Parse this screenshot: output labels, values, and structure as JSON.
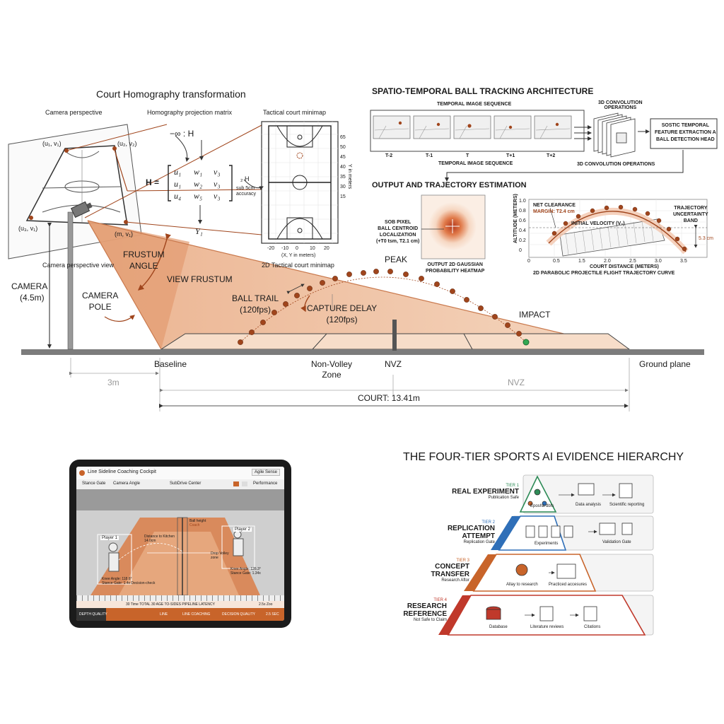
{
  "homography": {
    "title": "Court Homography transformation",
    "camera_perspective": "Camera perspective",
    "matrix_label": "Homography projection matrix",
    "minimap_label": "Tactical court minimap",
    "camera_view_caption": "Camera perspective view",
    "minimap_caption": "2D Tactical court minimap",
    "pt_u1v1": "(u₁, v₁)",
    "pt_u2v2": "(u₂, v₂)",
    "pt_u3v1": "(u₃, v₁)",
    "pt_mv": "(m, v₁)",
    "inv_h": "−∞ : H",
    "h_eq": "H =",
    "m11": "u₁",
    "m12": "w₁",
    "m13": "v₃",
    "m21": "u₁",
    "m22": "w₂",
    "m23": "v₃",
    "m31": "u₄",
    "m32": "w₅",
    "m33": "v₃",
    "sub_h": "₂ H",
    "sub_note1": "sub 5cm",
    "sub_note2": "accuracy",
    "y1": "Y₁",
    "minimap_y_ticks": [
      "65",
      "50",
      "45",
      "40",
      "35",
      "30",
      "15"
    ],
    "minimap_x_ticks": [
      "-20",
      "-10",
      "0",
      "10",
      "20"
    ],
    "minimap_y_axis": "Y in meters",
    "minimap_x_axis": "(X, Y in meters)"
  },
  "spatio": {
    "title": "SPATIO-TEMPORAL BALL TRACKING ARCHITECTURE",
    "seq_top": "TEMPORAL IMAGE SEQUENCE",
    "seq_bottom": "TEMPORAL IMAGE SEQUENCE",
    "frames": [
      "T-2",
      "T-1",
      "T",
      "T+1",
      "T+2"
    ],
    "conv_top1": "3D CONVOLUTION",
    "conv_top2": "OPERATIONS",
    "conv_bottom": "3D CONVOLUTION OPERATIONS",
    "head1": "SOSTIC TEMPORAL",
    "head2": "FEATURE EXTRACTION A",
    "head3": "BALL DETECTION HEAD"
  },
  "output": {
    "title": "OUTPUT AND TRAJECTORY ESTIMATION",
    "subpixel1": "SOB PIXEL",
    "subpixel2": "BALL CENTROID",
    "subpixel3": "LOCALIZATION",
    "subpixel4": "(+T0 tsm, T2.1 cm)",
    "heatmap1": "OUTPUT 2D GAUSSIAN",
    "heatmap2": "PROBABILITY HEATMAP",
    "net_clear1": "NET CLEARANCE",
    "net_clear2": "MARGIN: T2.4 cm",
    "init_vel": "INITIAL VELOCITY (V₀)",
    "uncert1": "TRAJECTORY",
    "uncert2": "UNCERTAINTY",
    "uncert3": "BAND",
    "uncert_val": "5.3 cm",
    "y_axis": "ALTITUDE (METERS)",
    "y_ticks": [
      "1.0",
      "0.8",
      "0.6",
      "0.4",
      "0.2",
      "0"
    ],
    "x_ticks": [
      "0",
      "0.5",
      "1.5",
      "2.0",
      "2.5",
      "3.0",
      "3.5"
    ],
    "x_axis": "COURT DISTANCE (METERS)",
    "caption": "2D PARABOLIC PROJECTILE FLIGHT TRAJECTORY CURVE"
  },
  "court": {
    "camera": "CAMERA",
    "camera_h": "(4.5m)",
    "camera_pole1": "CAMERA",
    "camera_pole2": "POLE",
    "frustum1": "FRUSTUM",
    "frustum2": "ANGLE",
    "view_frustum": "VIEW FRUSTUM",
    "ball_trail1": "BALL TRAIL",
    "ball_trail2": "(120fps)",
    "capture1": "CAPTURE DELAY",
    "capture2": "(120fps)",
    "peak": "PEAK",
    "impact": "IMPACT",
    "baseline": "Baseline",
    "nvz_zone1": "Non-Volley",
    "nvz_zone2": "Zone",
    "nvz": "NVZ",
    "ground": "Ground plane",
    "dist_3m": "3m",
    "dist_nvz": "NVZ",
    "dist_court": "COURT: 13.41m"
  },
  "tablet": {
    "app_title": "Line Sideline Coaching Cockpit",
    "app_btn": "Agile Sense",
    "tab1": "Stance Gate",
    "tab2": "Camera Angle",
    "tab3": "SubDrive Center",
    "tab4": "Performance",
    "player1": "Player 1",
    "player2": "Player 2",
    "note_center1": "Ball height",
    "note_center2": "Coach",
    "note_left1": "Distance to Kitchen",
    "note_left2": "14.0cm",
    "note_mid1": "Drop Volley",
    "note_mid2": "zone",
    "note_right1": "Knee Angle: 126.3°",
    "note_right2": "Stance Gate: 1.34x",
    "note_bl1": "Knee Angle: 118.6°",
    "note_bl2": "Stance Gate: 1.4x  Decision-check",
    "timeline": "30 Time TOTAL 30 AGE TO-SIDES PIPELINE LATENCY",
    "latency_val": "2.5s Zoo",
    "stat1": "DEPTH QUALITY",
    "stat2": "LINE",
    "stat3": "LINE COACHING",
    "stat4": "DECISION QUALITY",
    "stat5": "2.5 SEC"
  },
  "hierarchy": {
    "title": "THE FOUR-TIER SPORTS AI EVIDENCE HIERARCHY",
    "tiers": [
      {
        "tag": "TIER 1",
        "name1": "REAL EXPERIMENT",
        "name2": "",
        "gate": "Publication Safe",
        "items": [
          "Eposha dbfs",
          "Data analysis",
          "Scientific reporting"
        ],
        "color": "#2e8b57"
      },
      {
        "tag": "TIER 2",
        "name1": "REPLICATION",
        "name2": "ATTEMPT",
        "gate": "Replication Gate",
        "items": [
          "Experiments",
          "Validation Gate"
        ],
        "color": "#2f6fb8"
      },
      {
        "tag": "TIER 3",
        "name1": "CONCEPT",
        "name2": "TRANSFER",
        "gate": "Research Aftor",
        "items": [
          "Allay to research",
          "Practiced accesures"
        ],
        "color": "#c8642a"
      },
      {
        "tag": "TIER 4",
        "name1": "RESEARCH",
        "name2": "REFERENCE",
        "gate": "Not Safe to Claim",
        "items": [
          "Database",
          "Literature reviews",
          "Citations"
        ],
        "color": "#c0392b"
      }
    ]
  }
}
